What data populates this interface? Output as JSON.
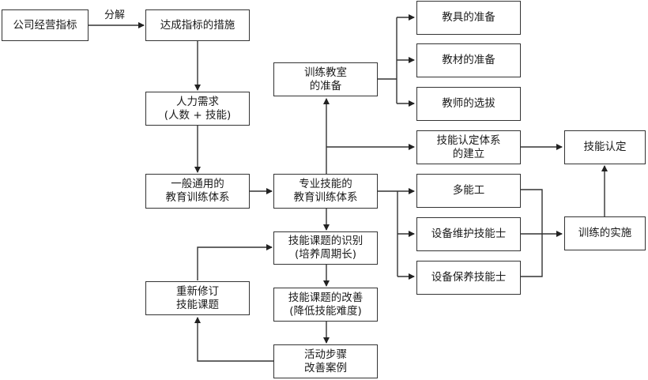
{
  "edge_labels": {
    "decompose": "分解"
  },
  "nodes": {
    "company_kpi": "公司经营指标",
    "measures": "达成指标的措施",
    "manpower": "人力需求\n(人数 + 技能)",
    "general_training": "一般通用的\n教育训练体系",
    "pro_training": "专业技能的\n教育训练体系",
    "classroom": "训练教室\n的准备",
    "tools": "教具的准备",
    "materials": "教材的准备",
    "teachers": "教师的选拔",
    "cert_system": "技能认定体系\n的建立",
    "skill_cert": "技能认定",
    "multi_skill": "多能工",
    "maint_tech": "设备维护技能士",
    "care_tech": "设备保养技能士",
    "training_exec": "训练的实施",
    "identify": "技能课题的识别\n(培养周期长)",
    "improve": "技能课题的改善\n(降低技能难度)",
    "cases": "活动步骤\n改善案例",
    "revise": "重新修订\n技能课题"
  }
}
